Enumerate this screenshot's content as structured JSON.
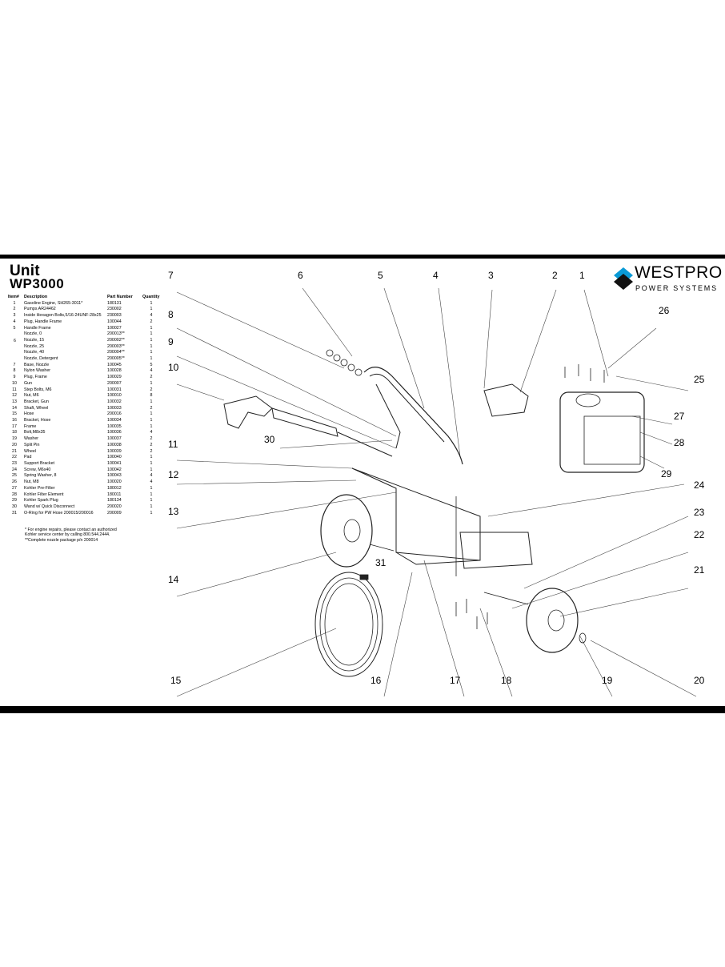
{
  "header": {
    "title_line1": "Unit",
    "title_line2": "WP3000"
  },
  "logo": {
    "name": "WESTPRO",
    "tagline": "POWER SYSTEMS"
  },
  "table": {
    "columns": [
      "Item#",
      "Description",
      "Part Number",
      "Quantity"
    ],
    "rows": [
      [
        "1",
        "Gasoline Engine, SH265-3011*",
        "180131",
        "1"
      ],
      [
        "2",
        "Pumps AR24462",
        "230002",
        "1"
      ],
      [
        "3",
        "Inside Hexagon Bolts,5/16-24UNF-28x25",
        "230003",
        "4"
      ],
      [
        "4",
        "Plug, Handle Frame",
        "100044",
        "2"
      ],
      [
        "5",
        "Handle Frame",
        "100027",
        "1"
      ],
      [
        "",
        "Nozzle, 0",
        "200013**",
        "1"
      ],
      [
        "",
        "Nozzle, 15",
        "200002**",
        "1"
      ],
      [
        "",
        "Nozzle, 25",
        "200003**",
        "1"
      ],
      [
        "",
        "Nozzle, 40",
        "200004**",
        "1"
      ],
      [
        "",
        "Nozzle, Detergent",
        "200005**",
        "1"
      ],
      [
        "7",
        "Base, Nozzle",
        "100045",
        "5"
      ],
      [
        "8",
        "Nylon Washer",
        "100028",
        "4"
      ],
      [
        "9",
        "Plug, Frame",
        "100029",
        "2"
      ],
      [
        "10",
        "Gun",
        "200007",
        "1"
      ],
      [
        "11",
        "Step Bolts, M6",
        "100031",
        "2"
      ],
      [
        "12",
        "Nut, M6",
        "100010",
        "8"
      ],
      [
        "13",
        "Bracket, Gun",
        "100032",
        "1"
      ],
      [
        "14",
        "Shaft, Wheel",
        "100033",
        "2"
      ],
      [
        "15",
        "Hose",
        "200016",
        "1"
      ],
      [
        "16",
        "Bracket, Hose",
        "100034",
        "1"
      ],
      [
        "17",
        "Frame",
        "100035",
        "1"
      ],
      [
        "18",
        "Bolt,M8x35",
        "100036",
        "4"
      ],
      [
        "19",
        "Washer",
        "100037",
        "2"
      ],
      [
        "20",
        "Split Pin",
        "100038",
        "2"
      ],
      [
        "21",
        "Wheel",
        "100039",
        "2"
      ],
      [
        "22",
        "Pad",
        "100040",
        "1"
      ],
      [
        "23",
        "Support Bracket",
        "100041",
        "1"
      ],
      [
        "24",
        "Screw, M6x40",
        "100042",
        "1"
      ],
      [
        "25",
        "Spring Washer, 8",
        "100043",
        "4"
      ],
      [
        "26",
        "Nut, M8",
        "100020",
        "4"
      ],
      [
        "27",
        "Kohler Pre-Filter",
        "180012",
        "1"
      ],
      [
        "28",
        "Kohler Filter Element",
        "180011",
        "1"
      ],
      [
        "29",
        "Kohler Spark Plug",
        "180134",
        "1"
      ],
      [
        "30",
        "Wand w/ Quick Disconnect",
        "200020",
        "1"
      ],
      [
        "31",
        "O-Ring for PW Hose 200015/200016",
        "200009",
        "1"
      ]
    ],
    "group_label": "6"
  },
  "notes": [
    "* For engine repairs, please contact an authorized\n  Kohler service center by calling 800.544.2444.",
    "**Complete nozzle package p/n 200014"
  ],
  "callouts": [
    "1",
    "2",
    "3",
    "4",
    "5",
    "6",
    "7",
    "8",
    "9",
    "10",
    "11",
    "12",
    "13",
    "14",
    "15",
    "16",
    "17",
    "18",
    "19",
    "20",
    "21",
    "22",
    "23",
    "24",
    "25",
    "26",
    "27",
    "28",
    "29",
    "30",
    "31"
  ]
}
